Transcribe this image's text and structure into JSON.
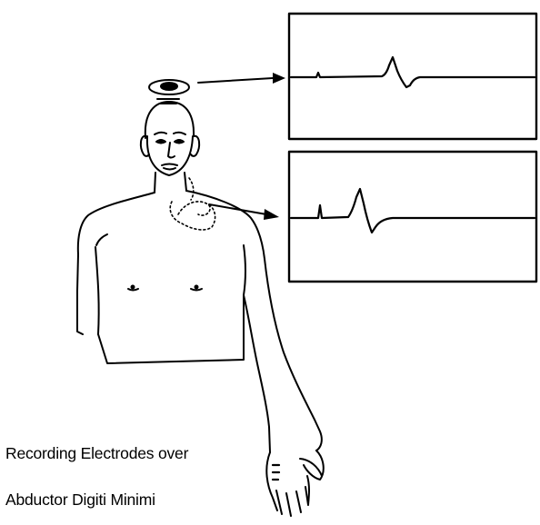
{
  "caption": {
    "line1": "Recording Electrodes over",
    "line2": "Abductor Digiti Minimi"
  },
  "colors": {
    "ink": "#000000",
    "background": "#ffffff"
  },
  "traces": [
    {
      "name": "scalp-recording"
    },
    {
      "name": "erb-point-recording"
    }
  ]
}
